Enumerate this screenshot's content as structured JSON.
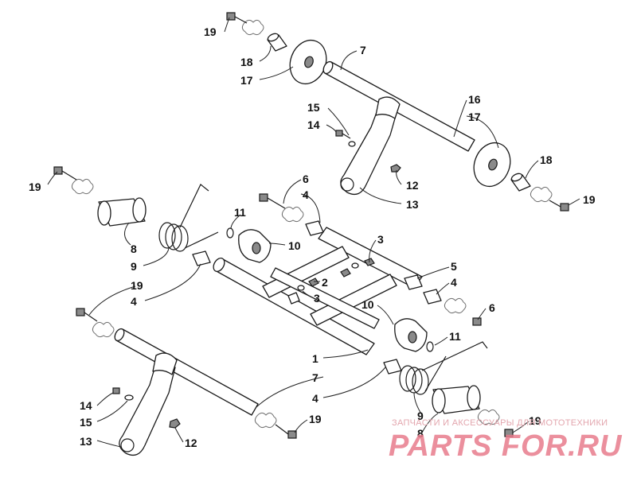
{
  "diagram": {
    "callouts": [
      {
        "id": "c19a",
        "text": "19"
      },
      {
        "id": "c18a",
        "text": "18"
      },
      {
        "id": "c17a",
        "text": "17"
      },
      {
        "id": "c7a",
        "text": "7"
      },
      {
        "id": "c15a",
        "text": "15"
      },
      {
        "id": "c14a",
        "text": "14"
      },
      {
        "id": "c16",
        "text": "16"
      },
      {
        "id": "c17b",
        "text": "17"
      },
      {
        "id": "c18b",
        "text": "18"
      },
      {
        "id": "c12a",
        "text": "12"
      },
      {
        "id": "c13a",
        "text": "13"
      },
      {
        "id": "c19b",
        "text": "19"
      },
      {
        "id": "c19c",
        "text": "19"
      },
      {
        "id": "c6a",
        "text": "6"
      },
      {
        "id": "c4a",
        "text": "4"
      },
      {
        "id": "c11a",
        "text": "11"
      },
      {
        "id": "c8a",
        "text": "8"
      },
      {
        "id": "c9a",
        "text": "9"
      },
      {
        "id": "c10a",
        "text": "10"
      },
      {
        "id": "c3a",
        "text": "3"
      },
      {
        "id": "c4b",
        "text": "4"
      },
      {
        "id": "c19d",
        "text": "19"
      },
      {
        "id": "c2",
        "text": "2"
      },
      {
        "id": "c3b",
        "text": "3"
      },
      {
        "id": "c5",
        "text": "5"
      },
      {
        "id": "c4c",
        "text": "4"
      },
      {
        "id": "c6b",
        "text": "6"
      },
      {
        "id": "c10b",
        "text": "10"
      },
      {
        "id": "c11b",
        "text": "11"
      },
      {
        "id": "c1",
        "text": "1"
      },
      {
        "id": "c7b",
        "text": "7"
      },
      {
        "id": "c4d",
        "text": "4"
      },
      {
        "id": "c14b",
        "text": "14"
      },
      {
        "id": "c15b",
        "text": "15"
      },
      {
        "id": "c13b",
        "text": "13"
      },
      {
        "id": "c12b",
        "text": "12"
      },
      {
        "id": "c19e",
        "text": "19"
      },
      {
        "id": "c9b",
        "text": "9"
      },
      {
        "id": "c8b",
        "text": "8"
      },
      {
        "id": "c19f",
        "text": "19"
      }
    ]
  },
  "watermark": {
    "tagline": "ЗАПЧАСТИ И АКСЕССУАРЫ ДЛЯ МОТОТЕХНИКИ",
    "logo": "PARTS FOR.RU",
    "color": "#e87c8d"
  }
}
